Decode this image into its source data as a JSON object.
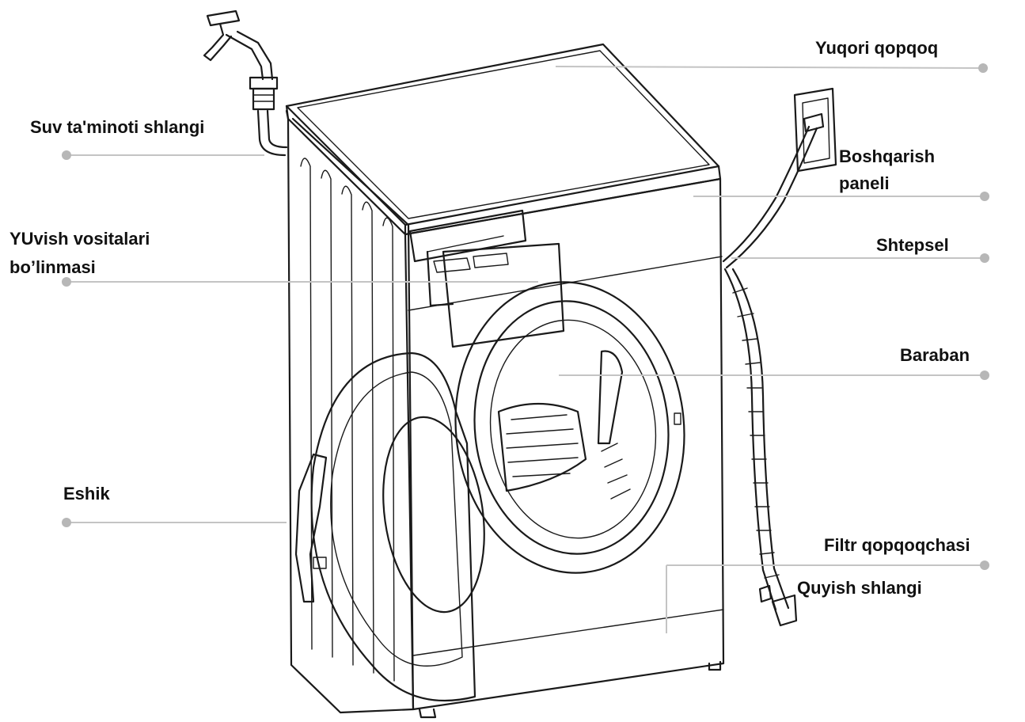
{
  "labels": {
    "top_lid": "Yuqori qopqoq",
    "water_inlet_hose": "Suv ta'minoti shlangi",
    "control_panel_line1": "Boshqarish",
    "control_panel_line2": "paneli",
    "detergent_drawer_line1": "YUvish vositalari",
    "detergent_drawer_line2": "bo’linmasi",
    "plug": "Shtepsel",
    "drum": "Baraban",
    "door": "Eshik",
    "filter_cover": "Filtr qopqoqchasi",
    "drain_hose": "Quyish shlangi"
  },
  "colors": {
    "ink": "#1a1a1a",
    "leader_line": "#c4c4c4",
    "leader_dot": "#b7b7b7",
    "text": "#111111"
  }
}
